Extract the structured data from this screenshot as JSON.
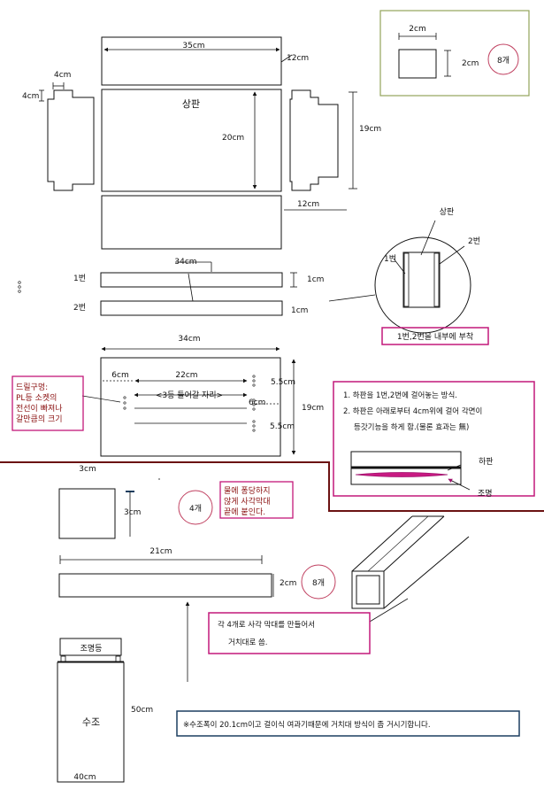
{
  "colors": {
    "line": "#111111",
    "box_magenta": "#c2187a",
    "box_olive": "#93a35a",
    "circle_red": "#c04060",
    "divider_brown": "#6b1212",
    "box_navy": "#1c3e60",
    "lamp_purple": "#a0146e",
    "drill_text": "#8a1010"
  },
  "labels": {
    "w35": "35cm",
    "h12a": "12cm",
    "w4": "4cm",
    "h4": "4cm",
    "top_board": "상판",
    "h20": "20cm",
    "h19a": "19cm",
    "h12b": "12cm",
    "w34a": "34cm",
    "bar1": "1번",
    "bar2": "2번",
    "h1a": "1cm",
    "h1b": "1cm",
    "w34b": "34cm",
    "w6": "6cm",
    "w22": "22cm",
    "slot_3": "<3등 들어갈 자리>",
    "h55a": "5.5cm",
    "h6": "6cm",
    "h55b": "5.5cm",
    "h19b": "19cm",
    "drill_1": "드릴구멍:",
    "drill_2": "PL등 소켓의",
    "drill_3": "전선이 빠져나",
    "drill_4": "갈만큼의 크기",
    "small_w": "2cm",
    "small_h": "2cm",
    "small_qty": "8개",
    "detail_top": "상판",
    "detail_1": "1번",
    "detail_2": "2번",
    "attach_note": "1번,2번을 내부에 부착",
    "method_1": "1. 하판을 1번,2번에 걸어놓는 방식.",
    "method_2": "2. 하판은 아래로부터 4cm위에 걸어 각면이",
    "method_3": "등갓기능을 하게 함.(물론 효과는 無)",
    "lower_board": "하판",
    "lamp_label": "조명",
    "sq_w": "3cm",
    "sq_h": "3cm",
    "sq_qty": "4개",
    "glue_1": "물에 퐁당하지",
    "glue_2": "않게 사각막대",
    "glue_3": "끝에 붙인다.",
    "w21": "21cm",
    "bar_h": "2cm",
    "bar_qty": "8개",
    "frame_1": "각 4개로 사각 막대를 만들어서",
    "frame_2": "거치대로 씀.",
    "light": "조명등",
    "tank": "수조",
    "h50": "50cm",
    "w40": "40cm",
    "bottom_note": "※수조폭이 20.1cm이고 걸이식 여과기때문에 거치대 방식이 좀 거시기합니다."
  }
}
